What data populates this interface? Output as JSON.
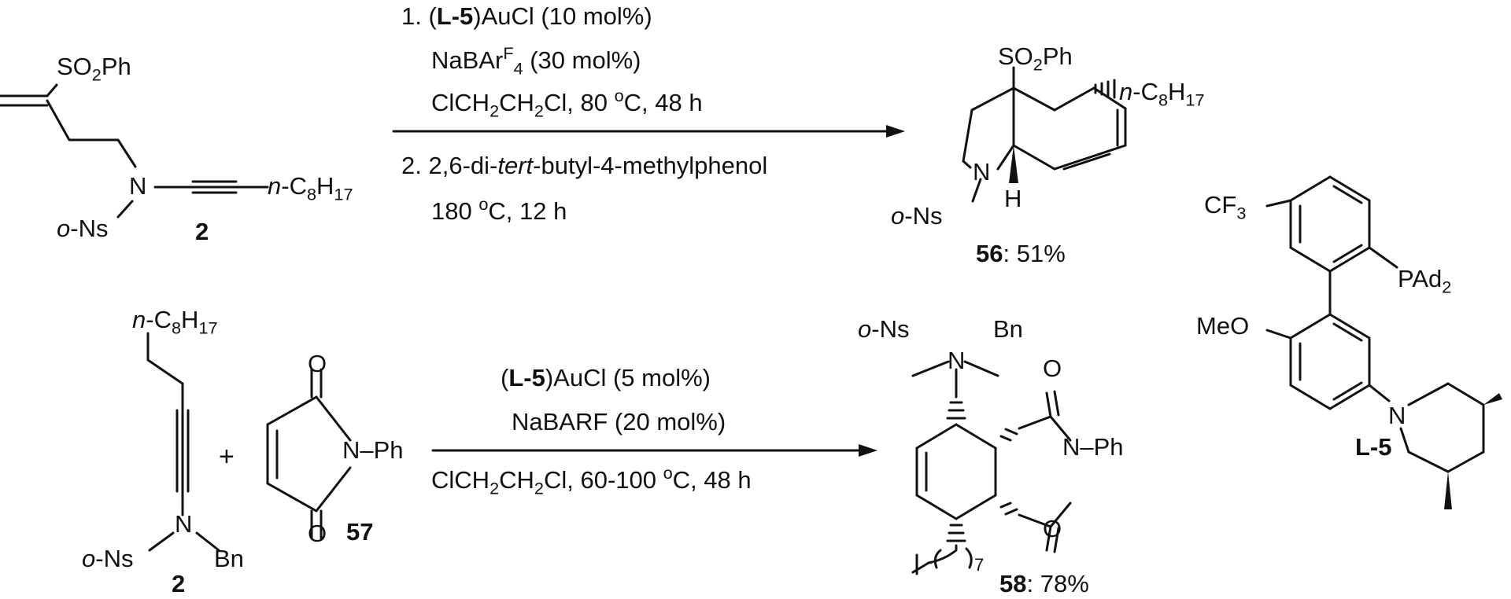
{
  "reaction1": {
    "condition_lines": [
      {
        "num": "1.",
        "bold": "L-5",
        "rest": "AuCl (10 mol%)"
      },
      {
        "pre": "NaBAr",
        "sup": "F",
        "sub": "4",
        "post": " (30 mol%)"
      },
      {
        "pre": "ClCH",
        "sub1": "2",
        "mid": "CH",
        "sub2": "2",
        "post": "Cl, 80 ",
        "deg": "o",
        "end": "C, 48 h"
      },
      {
        "num": "2.",
        "pre": "2,6-di-",
        "ital": "tert",
        "post": "-butyl-4-methylphenol"
      },
      {
        "pre": "180 ",
        "deg": "o",
        "end": "C, 12 h"
      }
    ],
    "reactant_label": "2",
    "product_label": "56",
    "product_yield": ": 51%"
  },
  "reaction2": {
    "condition_lines": [
      {
        "bold": "L-5",
        "rest": "AuCl (5 mol%)"
      },
      {
        "text": "NaBARF (20 mol%)"
      },
      {
        "pre": "ClCH",
        "sub1": "2",
        "mid": "CH",
        "sub2": "2",
        "post": "Cl, 60-100 ",
        "deg": "o",
        "end": "C, 48 h"
      }
    ],
    "reactant_label": "2",
    "maleimide_label": "57",
    "plus": "+",
    "product_label": "58",
    "product_yield": ": 78%"
  },
  "ligand": {
    "label": "L-5",
    "groups": {
      "cf3": "CF",
      "cf3_sub": "3",
      "pad2": "PAd",
      "pad2_sub": "2",
      "meo": "MeO",
      "n": "N"
    }
  },
  "atoms": {
    "so2ph_a": "SO",
    "so2ph_sub": "2",
    "so2ph_b": "Ph",
    "n": "N",
    "ons_o": "o",
    "ons_rest": "-Ns",
    "octyl_n": "n",
    "octyl_c": "-C",
    "octyl_sub1": "8",
    "octyl_h": "H",
    "octyl_sub2": "17",
    "h": "H",
    "o": "O",
    "nph": "N–Ph",
    "bn": "Bn",
    "chain_sub": "7"
  }
}
